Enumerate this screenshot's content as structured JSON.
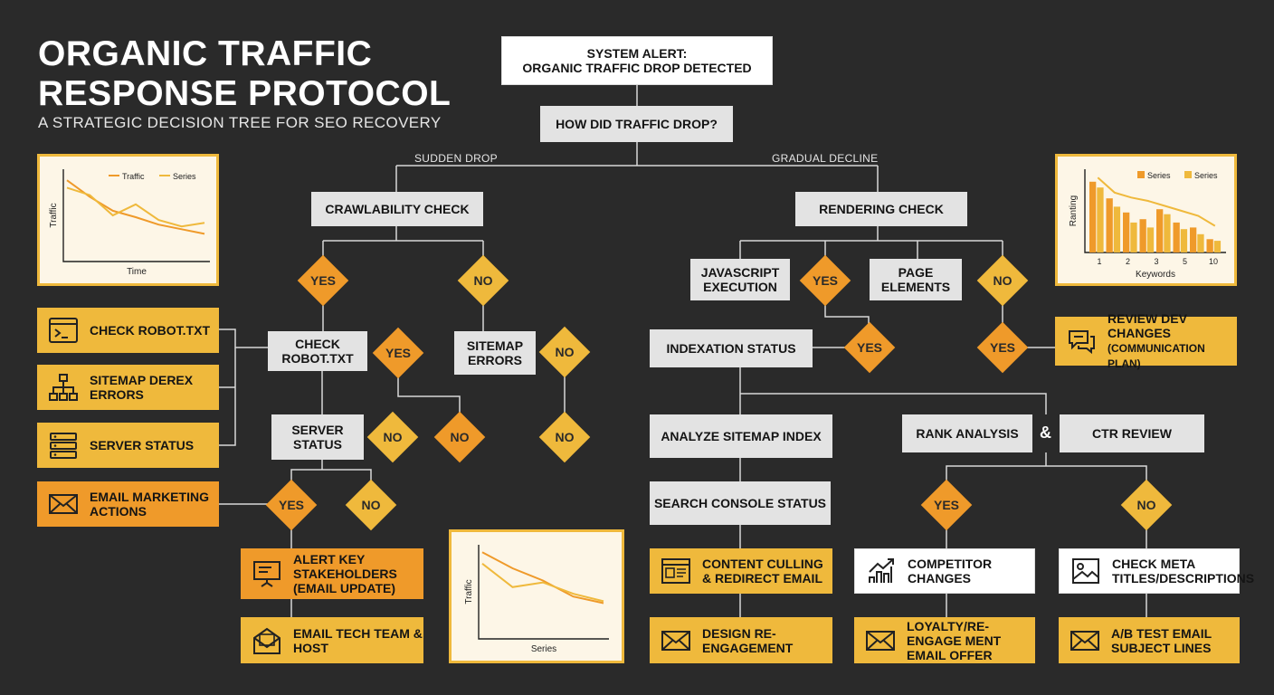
{
  "header": {
    "title_line1": "ORGANIC TRAFFIC",
    "title_line2": "RESPONSE PROTOCOL",
    "subtitle": "A STRATEGIC DECISION TREE FOR SEO RECOVERY"
  },
  "alert": {
    "line1": "SYSTEM ALERT:",
    "line2": "ORGANIC TRAFFIC DROP DETECTED"
  },
  "question": "HOW DID TRAFFIC DROP?",
  "edges": {
    "sudden": "SUDDEN DROP",
    "gradual": "GRADUAL DECLINE"
  },
  "checks": {
    "crawl": "CRAWLABILITY CHECK",
    "render": "RENDERING CHECK",
    "robot": "CHECK ROBOT.TXT",
    "sitemap_errors": "SITEMAP ERRORS",
    "server": "SERVER STATUS",
    "javascript": "JAVASCRIPT EXECUTION",
    "page_elements": "PAGE ELEMENTS",
    "indexation": "INDEXATION STATUS",
    "analyze_sitemap": "ANALYZE SITEMAP INDEX",
    "search_console": "SEARCH CONSOLE STATUS",
    "rank": "RANK ANALYSIS",
    "amp": "&",
    "ctr": "CTR REVIEW"
  },
  "decisions": {
    "yes": "YES",
    "no": "NO"
  },
  "left_actions": [
    {
      "icon": "terminal-icon",
      "label": "CHECK ROBOT.TXT"
    },
    {
      "icon": "sitemap-icon",
      "label": "SITEMAP DEREX ERRORS"
    },
    {
      "icon": "server-icon",
      "label": "SERVER STATUS"
    },
    {
      "icon": "envelope-icon",
      "label": "EMAIL MARKETING ACTIONS"
    }
  ],
  "actions": {
    "alert_stakeholders": "ALERT KEY STAKEHOLDERS (EMAIL UPDATE)",
    "email_tech": "EMAIL TECH TEAM & HOST",
    "content_culling": "CONTENT CULLING & REDIRECT EMAIL",
    "design_reengagement": "DESIGN RE-ENGAGEMENT",
    "competitor": "COMPETITOR CHANGES",
    "loyalty": "LOYALTY/RE-ENGAGE MENT EMAIL OFFER",
    "check_meta": "CHECK META TITLES/DESCRIPTIONS",
    "ab_test": "A/B TEST EMAIL SUBJECT LINES",
    "review_dev_line1": "REVIEW DEV CHANGES",
    "review_dev_line2": "(COMMUNICATION PLAN)"
  },
  "chart_data": [
    {
      "type": "line",
      "xlabel": "Time",
      "ylabel": "Traffic",
      "series": [
        {
          "name": "Traffic",
          "color": "#ef9a2a",
          "values": [
            88,
            70,
            55,
            48,
            40,
            35,
            30
          ]
        },
        {
          "name": "Series",
          "color": "#efb93c",
          "values": [
            80,
            72,
            50,
            62,
            45,
            38,
            42
          ]
        }
      ]
    },
    {
      "type": "bar",
      "xlabel": "Keywords",
      "ylabel": "Ranting",
      "tick_labels": [
        "1",
        "2",
        "3",
        "5",
        "10"
      ],
      "series": [
        {
          "name": "Series",
          "color": "#ef9a2a",
          "values": [
            85,
            65,
            48,
            40,
            52,
            36,
            30,
            16
          ]
        },
        {
          "name": "Series",
          "color": "#efb93c",
          "values": [
            78,
            55,
            36,
            30,
            46,
            28,
            22,
            14
          ]
        }
      ],
      "trend": [
        90,
        72,
        66,
        62,
        56,
        50,
        44,
        32
      ]
    },
    {
      "type": "line",
      "xlabel": "Series",
      "ylabel": "Traffic",
      "series": [
        {
          "name": "",
          "color": "#ef9a2a",
          "values": [
            92,
            75,
            62,
            45,
            38
          ]
        },
        {
          "name": "",
          "color": "#efb93c",
          "values": [
            80,
            55,
            60,
            48,
            40
          ]
        }
      ]
    }
  ]
}
